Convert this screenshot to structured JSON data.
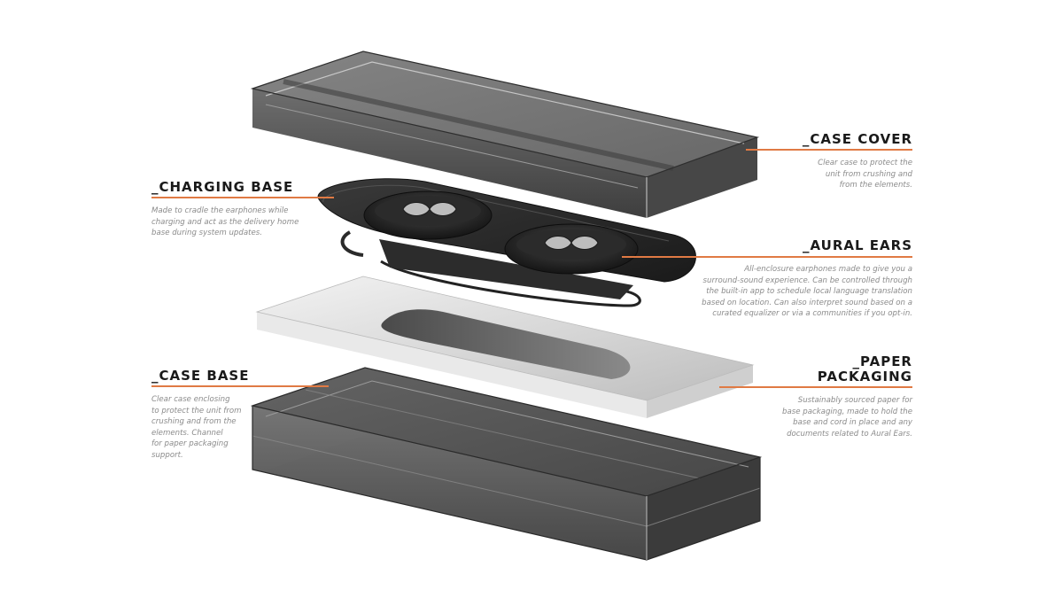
{
  "accent_color": "#e07a44",
  "components": {
    "case_cover": {
      "title": "_CASE COVER",
      "lines": [
        "Clear case to protect the",
        "unit from crushing and",
        "from the elements."
      ]
    },
    "charging_base": {
      "title": "_CHARGING BASE",
      "lines": [
        "Made to cradle the earphones while",
        "charging and act as the delivery home",
        "base during system updates."
      ]
    },
    "aural_ears": {
      "title": "_AURAL EARS",
      "lines": [
        "All-enclosure earphones made to give you a",
        "surround-sound experience. Can be controlled through",
        "the built-in app to schedule local language translation",
        "based on location.  Can also interpret sound based on a",
        "curated equalizer or via a communities if you opt-in."
      ]
    },
    "paper_packaging": {
      "title_lines": [
        "_PAPER",
        "PACKAGING"
      ],
      "lines": [
        "Sustainably sourced paper for",
        "base packaging, made to hold the",
        "base and cord in place and any",
        "documents related to Aural Ears."
      ]
    },
    "case_base": {
      "title": "_CASE BASE",
      "lines": [
        "Clear case enclosing",
        "to protect the unit from",
        "crushing and from the",
        "elements. Channel",
        "for paper packaging",
        "support."
      ]
    }
  }
}
